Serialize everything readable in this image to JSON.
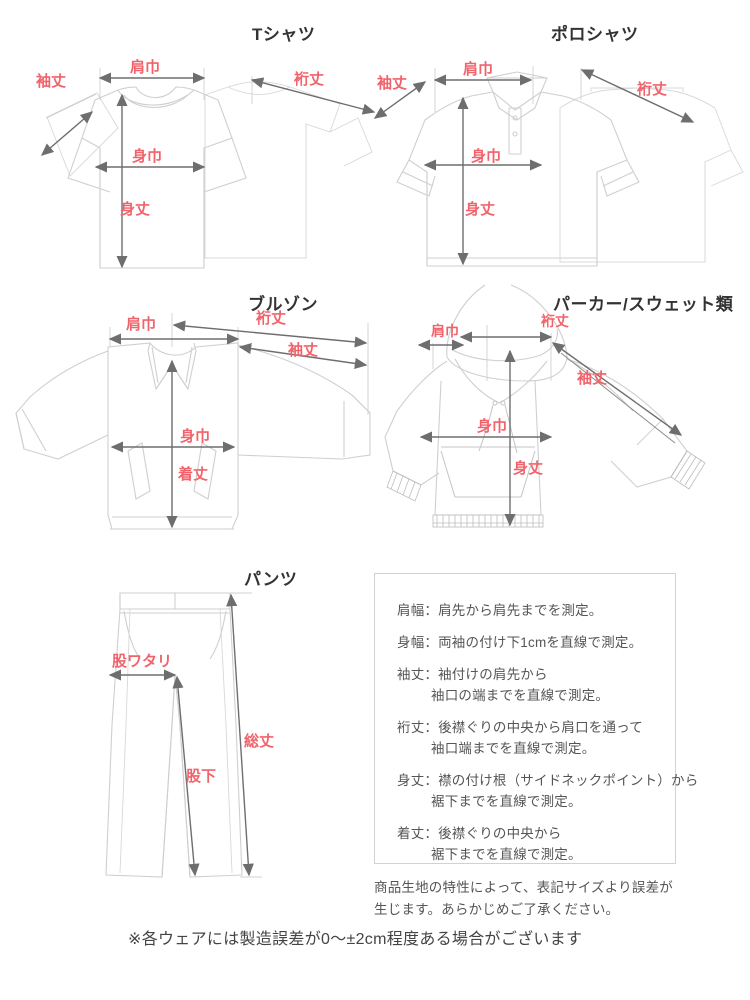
{
  "sections": [
    {
      "id": "tshirt",
      "title": "Tシャツ"
    },
    {
      "id": "polo",
      "title": "ポロシャツ"
    },
    {
      "id": "blouson",
      "title": "ブルゾン"
    },
    {
      "id": "hoodie",
      "title": "パーカー/スウェット類"
    },
    {
      "id": "pants",
      "title": "パンツ"
    }
  ],
  "labels": {
    "sode_take": "袖丈",
    "kata_haba": "肩巾",
    "yuki_take": "裄丈",
    "mi_haba": "身巾",
    "mi_take": "身丈",
    "ki_take": "着丈",
    "mata_watari": "股ワタリ",
    "mata_shita": "股下",
    "sou_take": "総丈"
  },
  "tshirt": {
    "title": "Tシャツ",
    "dims": [
      "袖丈",
      "肩巾",
      "裄丈",
      "身巾",
      "身丈"
    ]
  },
  "polo": {
    "title": "ポロシャツ",
    "dims": [
      "袖丈",
      "肩巾",
      "裄丈",
      "身巾",
      "身丈"
    ]
  },
  "blouson": {
    "title": "ブルゾン",
    "dims": [
      "肩巾",
      "裄丈",
      "袖丈",
      "身巾",
      "着丈"
    ]
  },
  "hoodie": {
    "title": "パーカー/スウェット類",
    "dims": [
      "肩巾",
      "裄丈",
      "袖丈",
      "身巾",
      "身丈"
    ]
  },
  "pants": {
    "title": "パンツ",
    "dims": [
      "股ワタリ",
      "股下",
      "総丈"
    ]
  },
  "legend": {
    "entries": [
      {
        "head": "肩幅：肩先から肩先までを測定。",
        "cont": ""
      },
      {
        "head": "身幅：両袖の付け下1cmを直線で測定。",
        "cont": ""
      },
      {
        "head": "袖丈：袖付けの肩先から",
        "cont": "袖口の端までを直線で測定。"
      },
      {
        "head": "裄丈：後襟ぐりの中央から肩口を通って",
        "cont": "袖口端までを直線で測定。"
      },
      {
        "head": "身丈：襟の付け根（サイドネックポイント）から",
        "cont": "裾下までを直線で測定。"
      },
      {
        "head": "着丈：後襟ぐりの中央から",
        "cont": "裾下までを直線で測定。"
      }
    ]
  },
  "notes": {
    "fabric_line1": "商品生地の特性によって、表記サイズより誤差が",
    "fabric_line2": "生じます。あらかじめご了承ください。",
    "manufacturing": "※各ウェアには製造誤差が0〜±2cm程度ある場合がございます"
  },
  "colors": {
    "dimension_red": "#f1636b",
    "title_dark": "#333333",
    "garment_stroke": "#cfcfcf",
    "arrow_gray": "#6e6e6e",
    "body_text": "#555555",
    "legend_border": "#d2d2d2"
  }
}
